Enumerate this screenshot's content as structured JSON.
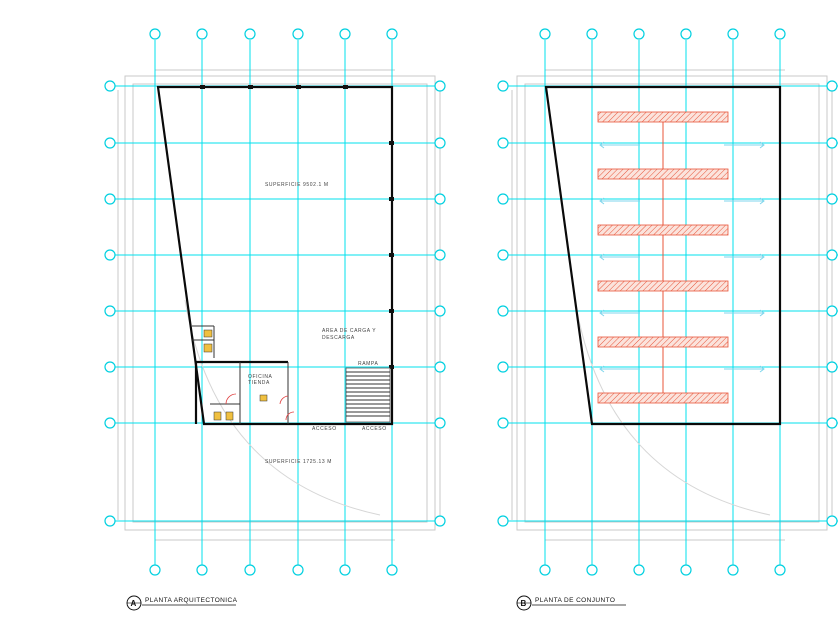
{
  "drawings": [
    {
      "id": "A",
      "marker": "A",
      "title": "PLANTA ARQUITECTONICA",
      "labels": {
        "surface_top": "SUPERFICIE 9502.1 M",
        "surface_bottom": "SUPERFICIE 1725.13 M",
        "area_label_1": "AREA DE CARGA Y",
        "area_label_2": "DESCARGA",
        "office_label_1": "OFICINA",
        "office_label_2": "TIENDA",
        "ramp_label": "RAMPA",
        "access_1": "ACCESO",
        "access_2": "ACCESO"
      }
    },
    {
      "id": "B",
      "marker": "B",
      "title": "PLANTA DE CONJUNTO",
      "bars": 6
    }
  ],
  "colors": {
    "grid": "#00e0ee",
    "wall": "#0a0a0a",
    "accent": "#e8553a"
  }
}
